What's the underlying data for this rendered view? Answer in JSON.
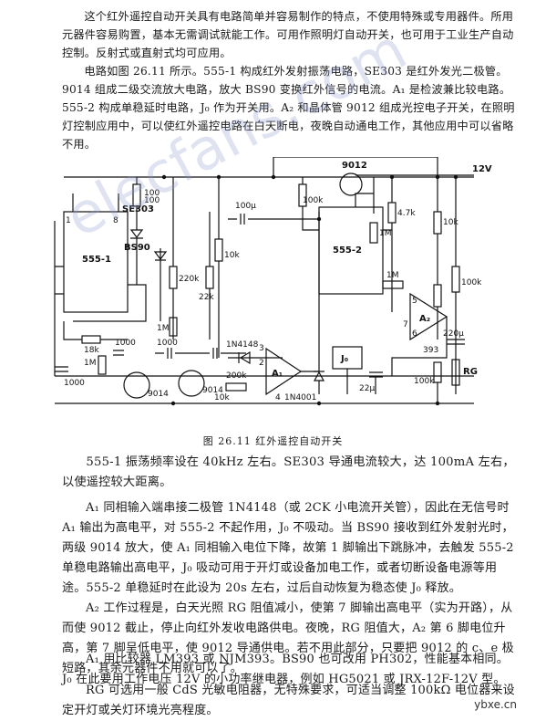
{
  "paragraphs": {
    "p1": "这个红外遥控自动开关具有电路简单并容易制作的特点，不使用特殊或专用器件。所用元器件容易购置，基本无需调试就能工作。可用作照明灯自动开关，也可用于工业生产自动控制。反射式或直射式均可应用。",
    "p2": "电路如图 26.11 所示。555-1 构成红外发射振荡电路，SE303 是红外发光二极管。9014 组成二级交流放大电路，放大 BS90 变换红外信号的电流。A₁ 是检波兼比较电路。555-2 构成单稳延时电路，J₀ 作为开关用。A₂ 和晶体管 9012 组成光控电子开关，在照明灯控制应用中，可以使红外遥控电路在白天断电，夜晚自动通电工作，其他应用中可以省略不用。",
    "p3": "555-1 振荡频率设在 40kHz 左右。SE303 导通电流较大，达 100mA 左右，以使遥控较大距离。",
    "p4": "A₁ 同相输入端串接二极管 1N4148（或 2CK 小电流开关管），因此在无信号时 A₁ 输出为高电平，对 555-2 不起作用，J₀ 不吸动。当 BS90 接收到红外发射光时，两级 9014 放大，使 A₁ 同相输入电位下降，故第 1 脚输出下跳脉冲，去触发 555-2 单稳电路输出高电平，J₀ 吸动可用于开灯或设备加电工作，或者切断设备电源等用途。555-2 单稳延时在此设为 20s 左右，过后自动恢复为稳态使 J₀ 释放。",
    "p5": "A₂ 工作过程是，白天光照 RG 阻值减小，使第 7 脚输出高电平（实为开路），从而使 9012 截止，停止向红外发收电路供电。夜晚，RG 阻值大，A₂ 第 6 脚电位升高，第 7 脚呈低电平，使 9012 导通供电。若不用此部分，只要把 9012 的 c、e 极短路，其余元器件不用就可以了。",
    "p6": "A₁ 用比较器 LM393 或 NJM393。BS90 也可改用 PH302，性能基本相同。J₀ 在此要用工作电压 12V 的小功率继电器，例如 HG5021 或 JRX-12F-12V 型。",
    "p7": "RG 可选用一般 CdS 光敏电阻器，无特殊要求，可适当调整 100kΩ 电位器来设定开灯或关灯环境光亮程度。"
  },
  "caption": "图 26.11  红外遥控自动开关",
  "circuit_labels": {
    "ic1": "555-1",
    "ic2": "555-2",
    "q_pnp": "9012",
    "supply": "12V",
    "led": "SE303",
    "sensor": "BS90",
    "r100_1": "100",
    "r100_2": "100",
    "r18k": "18k",
    "c1000_left": "1000",
    "r1m_left": "1M",
    "c1000_a": "1000",
    "c1000_b": "1000",
    "q1": "9014",
    "q2": "9014",
    "r220k": "220k",
    "r22k": "22k",
    "r1m_mid": "1M",
    "r10k_mid": "10k",
    "r10k_low": "10k",
    "r200k": "200k",
    "c100u": "100μ",
    "d1": "1N4148",
    "d2": "1N4001",
    "a1": "A₁",
    "a2": "A₂",
    "relay": "J₀",
    "r100k_top": "100k",
    "r4k7": "4.7k",
    "r1m_right": "1M",
    "r1m_a2": "1M",
    "c22u": "22μ",
    "r10k_right": "10k",
    "pot100k": "100k",
    "c220u": "220μ",
    "rg": "RG",
    "r100k_bot": "100k",
    "ic393": "393",
    "pin1": "1",
    "pin8": "8",
    "pin3": "3",
    "pin2": "2",
    "pin4": "4",
    "pin5": "5",
    "pin6": "6",
    "pin7": "7"
  },
  "watermark": "elecfans.com",
  "site_mark": "ybxe.cn"
}
